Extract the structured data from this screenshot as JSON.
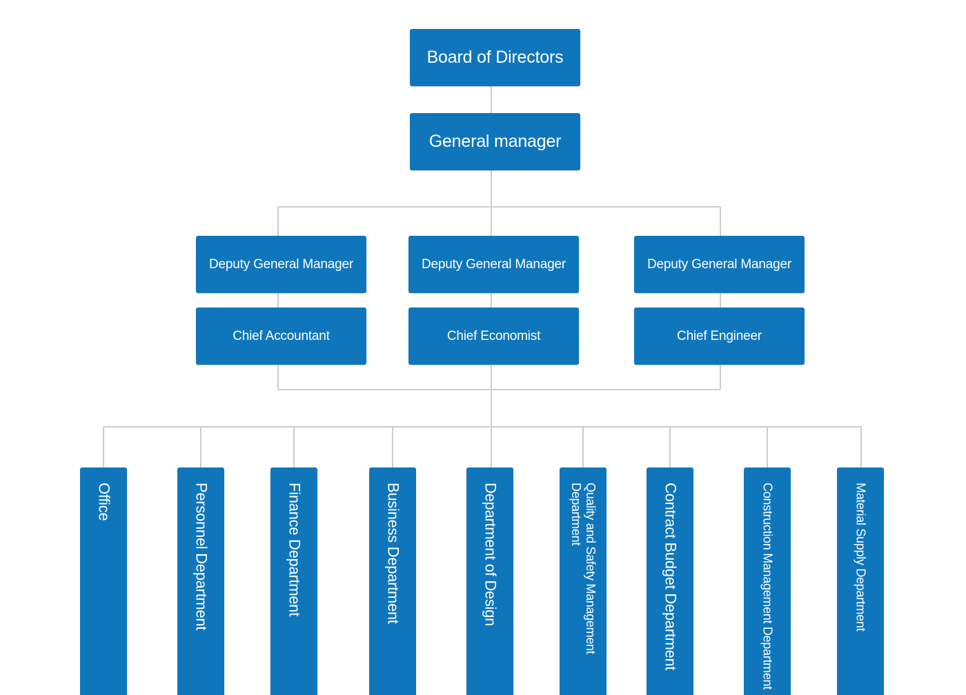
{
  "colors": {
    "node_fill": "#0f76bb",
    "node_text": "#ffffff",
    "connector": "#cccccc",
    "background": "#ffffff"
  },
  "nodes": {
    "board": "Board of Directors",
    "general_manager": "General manager",
    "deputies": [
      "Deputy General Manager",
      "Deputy General Manager",
      "Deputy General Manager"
    ],
    "chiefs": [
      "Chief Accountant",
      "Chief Economist",
      "Chief Engineer"
    ]
  },
  "departments": [
    "Office",
    "Personnel Department",
    "Finance Department",
    "Business Department",
    "Department of Design",
    "Quality and Safety Management Department",
    "Contract Budget Department",
    "Construction Management Department",
    "Material Supply Department"
  ]
}
